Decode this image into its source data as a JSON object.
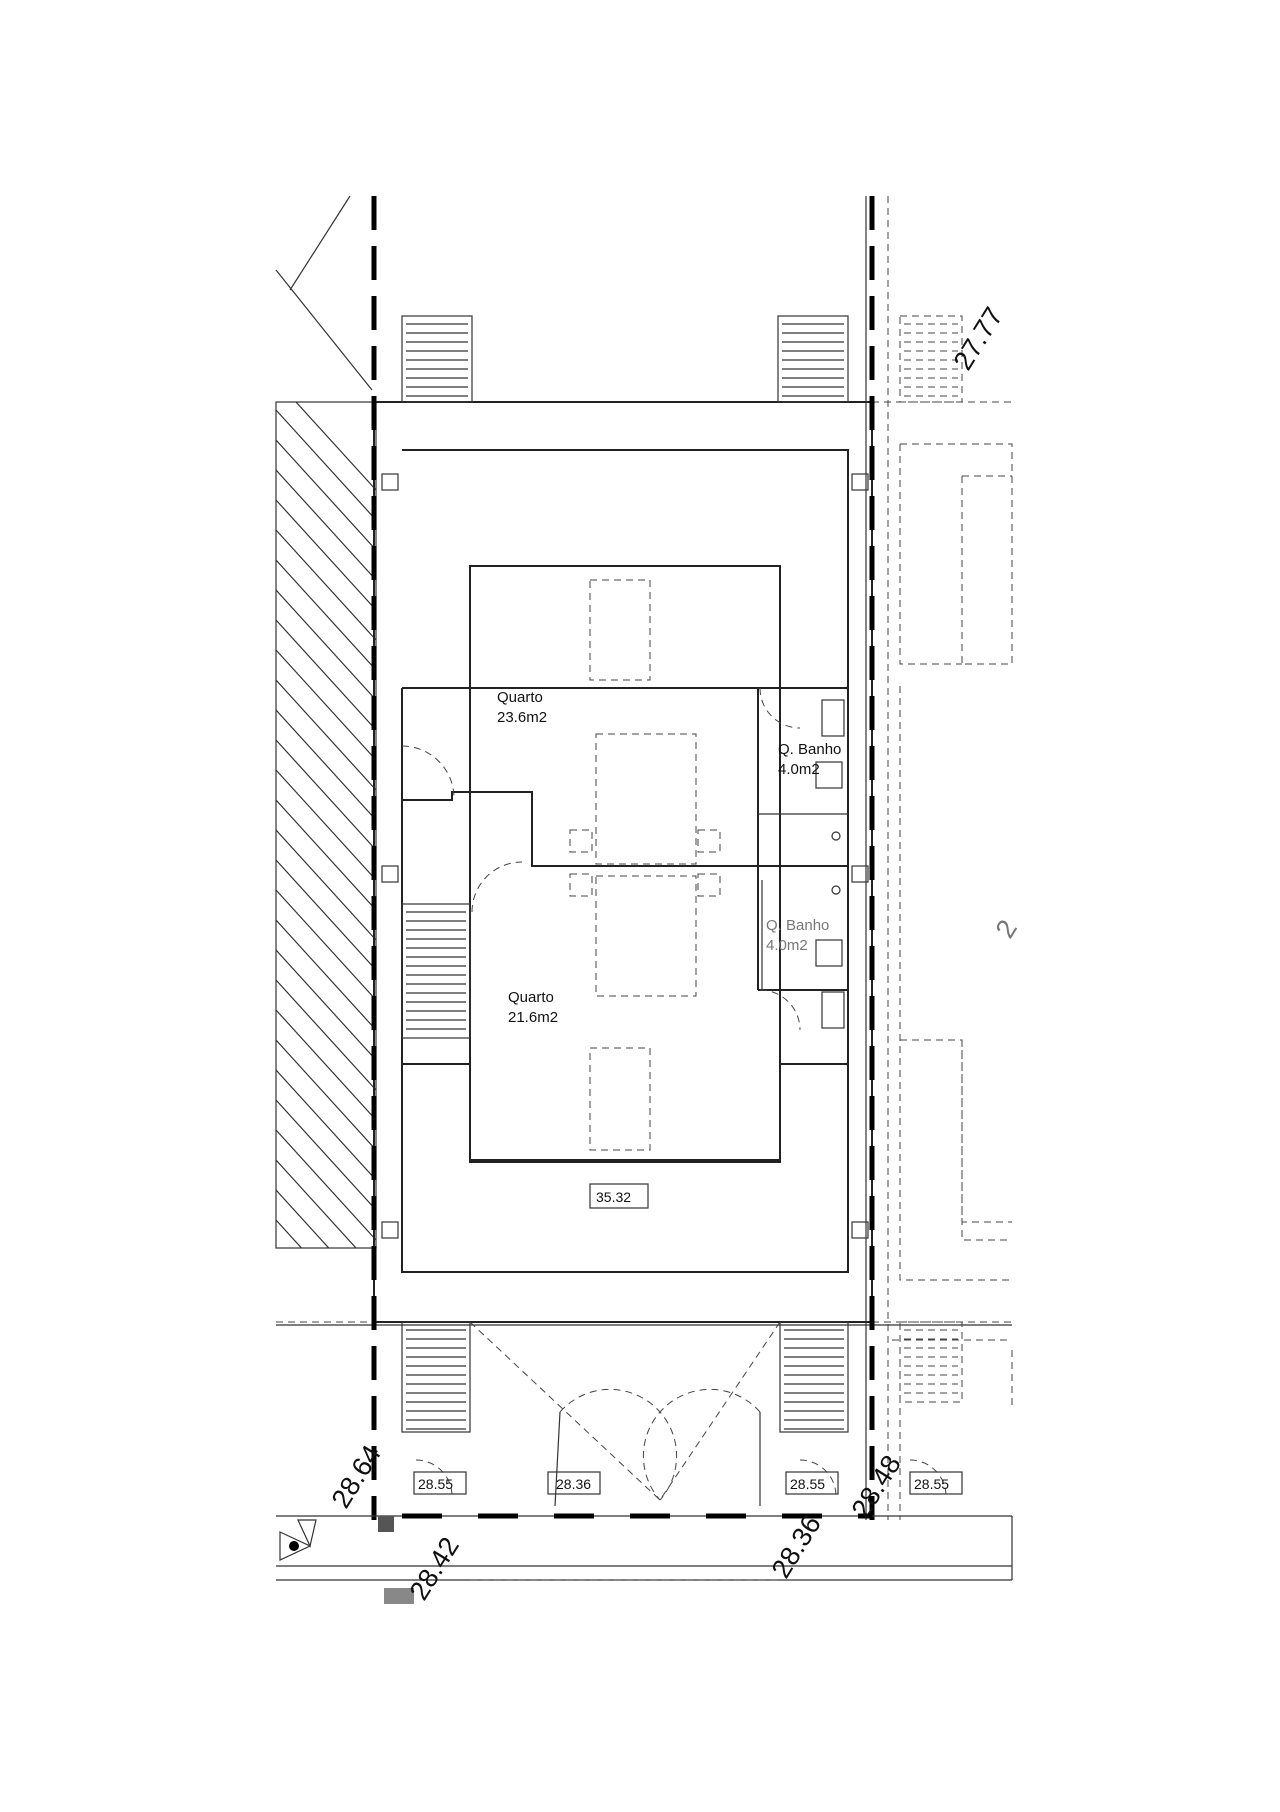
{
  "rooms": [
    {
      "name": "Quarto",
      "area": "23.6m2"
    },
    {
      "name": "Q. Banho",
      "area": "4.0m2"
    },
    {
      "name": "Q. Banho",
      "area": "4.0m2"
    },
    {
      "name": "Quarto",
      "area": "21.6m2"
    }
  ],
  "level_tags": {
    "center": "35.32",
    "ground": [
      "28.55",
      "28.36",
      "28.55",
      "28.55"
    ]
  },
  "elevations": {
    "top_right": "27.77",
    "bottom_left": "28.64",
    "bottom_street_left": "28.42",
    "bottom_street_right": "28.36",
    "bottom_right": "28.48",
    "right_partial": "2"
  },
  "colors": {
    "line": "#222222",
    "background": "#ffffff"
  }
}
